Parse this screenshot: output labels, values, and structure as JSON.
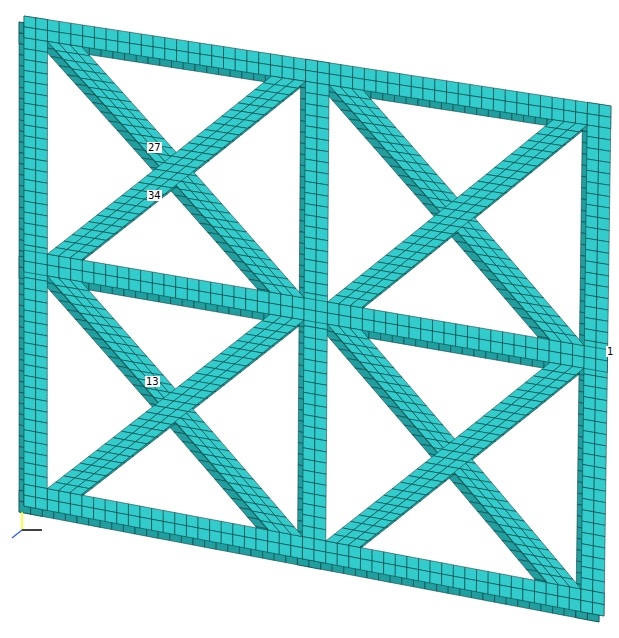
{
  "diagram": {
    "labels": [
      "27",
      "34",
      "13",
      "1"
    ]
  }
}
